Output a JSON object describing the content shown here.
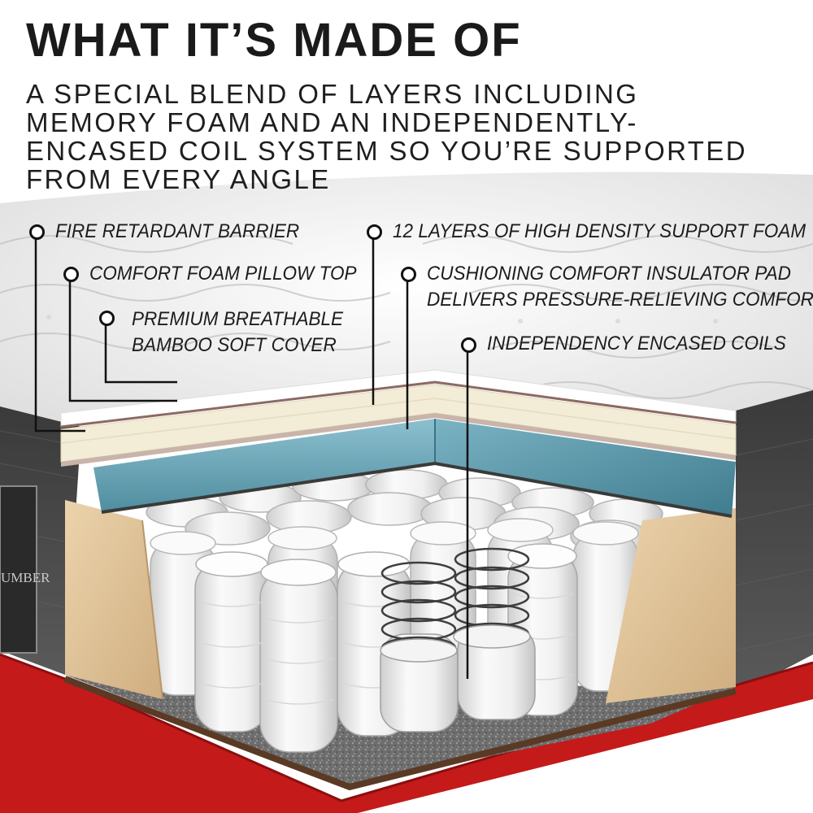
{
  "heading": {
    "title": "WHAT IT’S MADE OF",
    "subtitle_lines": [
      "A SPECIAL BLEND OF LAYERS INCLUDING",
      "MEMORY FOAM AND AN INDEPENDENTLY-",
      "ENCASED COIL SYSTEM SO YOU’RE SUPPORTED",
      "FROM EVERY ANGLE"
    ]
  },
  "callouts": {
    "fire_barrier": "FIRE RETARDANT BARRIER",
    "pillow_top": "COMFORT FOAM PILLOW TOP",
    "bamboo_cover": [
      "PREMIUM BREATHABLE",
      "BAMBOO SOFT COVER"
    ],
    "support_foam": "12 LAYERS OF HIGH DENSITY SUPPORT FOAM",
    "insulator_pad": [
      "CUSHIONING COMFORT INSULATOR PAD",
      "DELIVERS PRESSURE-RELIEVING COMFORT"
    ],
    "encased_coils": "INDEPENDENCY ENCASED COILS"
  },
  "brand_tag": "UMBER",
  "colors": {
    "base_red": "#c41a1a",
    "support_foam_blue": "#6fa9bb",
    "comfort_foam_cream": "#f3ecd6",
    "edge_foam_tan": "#e2c49a",
    "coil_pocket_white": "#eeeeee",
    "side_fabric_gray": "#4a4a4a"
  }
}
